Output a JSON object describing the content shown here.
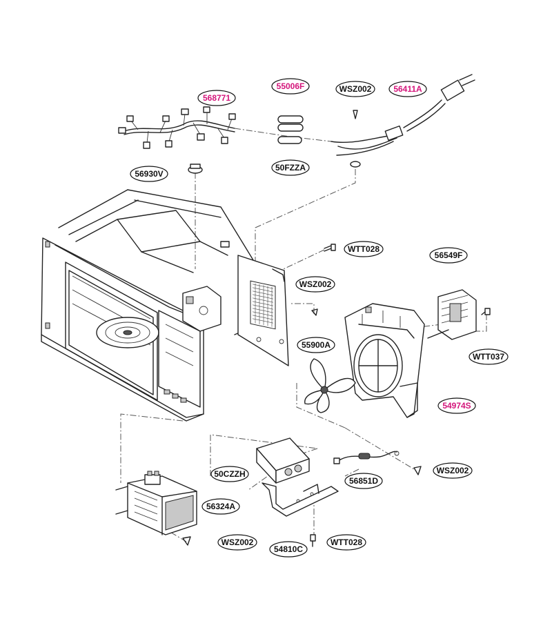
{
  "colors": {
    "highlight": "#d4147a",
    "normal": "#111111"
  },
  "labels": {
    "p568771": "568771",
    "p55006F": "55006F",
    "pWSZ002_top": "WSZ002",
    "p56411A": "56411A",
    "p56930V": "56930V",
    "p50FZZA": "50FZZA",
    "pWTT028_mid": "WTT028",
    "pWSZ002_mid": "WSZ002",
    "p56549F": "56549F",
    "p55900A": "55900A",
    "pWTT037": "WTT037",
    "p54974S": "54974S",
    "p50CZZH": "50CZZH",
    "p56851D": "56851D",
    "pWSZ002_right": "WSZ002",
    "p56324A": "56324A",
    "pWSZ002_bottom": "WSZ002",
    "pWTT028_bottom": "WTT028",
    "p54810C": "54810C"
  },
  "highlighted": [
    "p568771",
    "p55006F",
    "p56411A",
    "p54974S"
  ]
}
